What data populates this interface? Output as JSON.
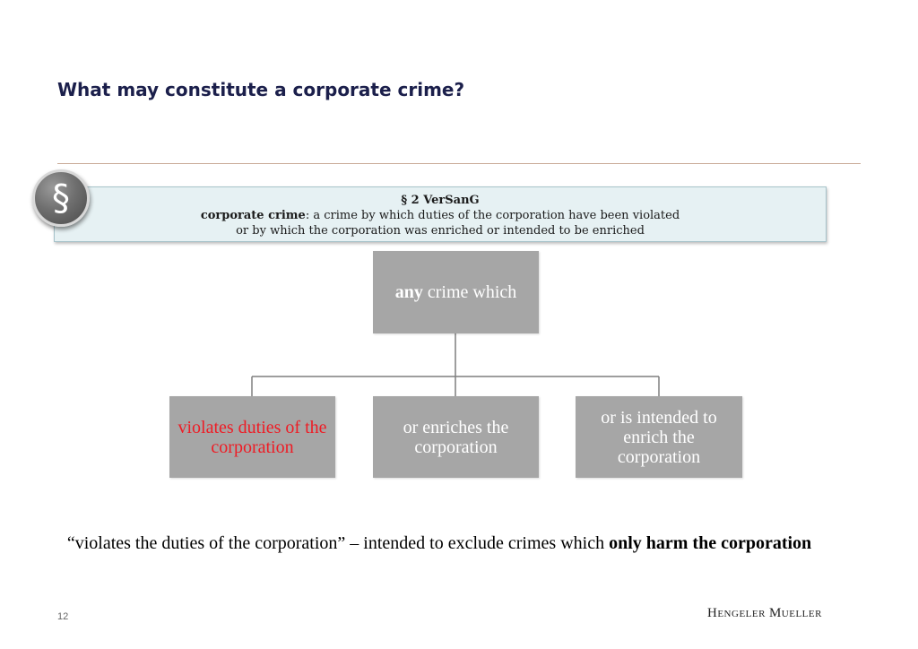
{
  "slide": {
    "title": "What may constitute a corporate crime?",
    "page_number": "12",
    "logo_text": "HengelerMueller"
  },
  "definition": {
    "icon_symbol": "§",
    "heading": "§ 2 VerSanG",
    "term": "corporate crime",
    "line1_rest": ": a crime by which duties of the corporation have been violated",
    "line2": "or by which the corporation was enriched or intended to be enriched"
  },
  "diagram": {
    "root_bold": "any",
    "root_rest": " crime which",
    "children": [
      {
        "label": "violates duties of the corporation",
        "color": "#ee1c25"
      },
      {
        "label": "or enriches the corporation"
      },
      {
        "label": "or is intended to enrich the corporation"
      }
    ],
    "box_color": "#a6a6a6",
    "connector_color": "#7f7f7f"
  },
  "note": {
    "text_regular": "“violates the duties of the corporation” – intended to exclude crimes which ",
    "text_bold": "only harm the corporation"
  }
}
